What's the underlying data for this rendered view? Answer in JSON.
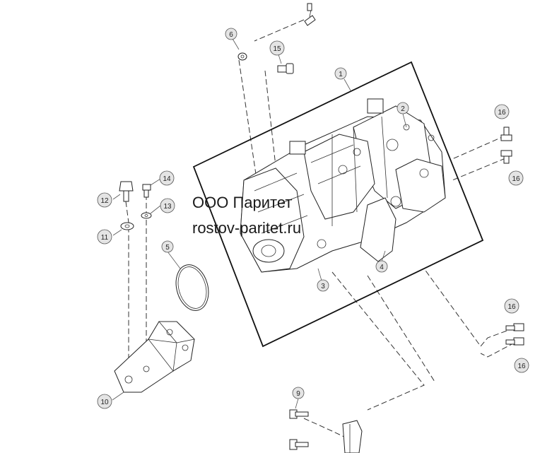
{
  "watermark": {
    "company": "ООО Паритет",
    "website": "rostov-paritet.ru"
  },
  "callouts": [
    "1",
    "2",
    "3",
    "4",
    "5",
    "6",
    "9",
    "10",
    "11",
    "12",
    "13",
    "14",
    "15",
    "16",
    "16",
    "16",
    "16"
  ]
}
